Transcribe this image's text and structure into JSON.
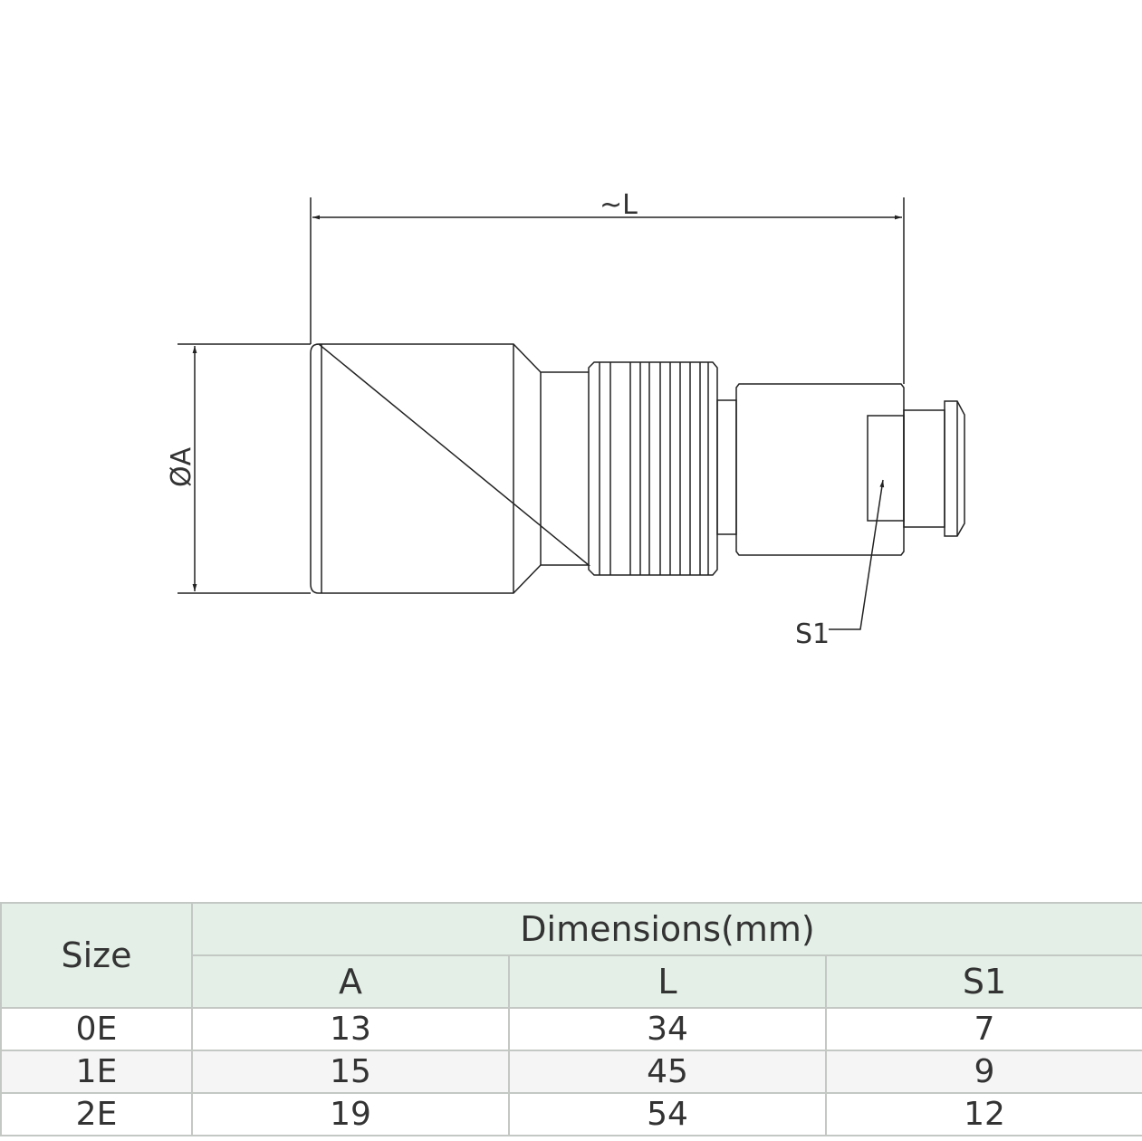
{
  "drawing": {
    "length_label": "~L",
    "diameter_label": "ØA",
    "flat_label": "S1"
  },
  "table": {
    "size_header": "Size",
    "group_header": "Dimensions(mm)",
    "columns": [
      "A",
      "L",
      "S1"
    ],
    "rows": [
      {
        "size": "0E",
        "A": "13",
        "L": "34",
        "S1": "7"
      },
      {
        "size": "1E",
        "A": "15",
        "L": "45",
        "S1": "9"
      },
      {
        "size": "2E",
        "A": "19",
        "L": "54",
        "S1": "12"
      }
    ],
    "header_bg": "#e4f0e7"
  }
}
